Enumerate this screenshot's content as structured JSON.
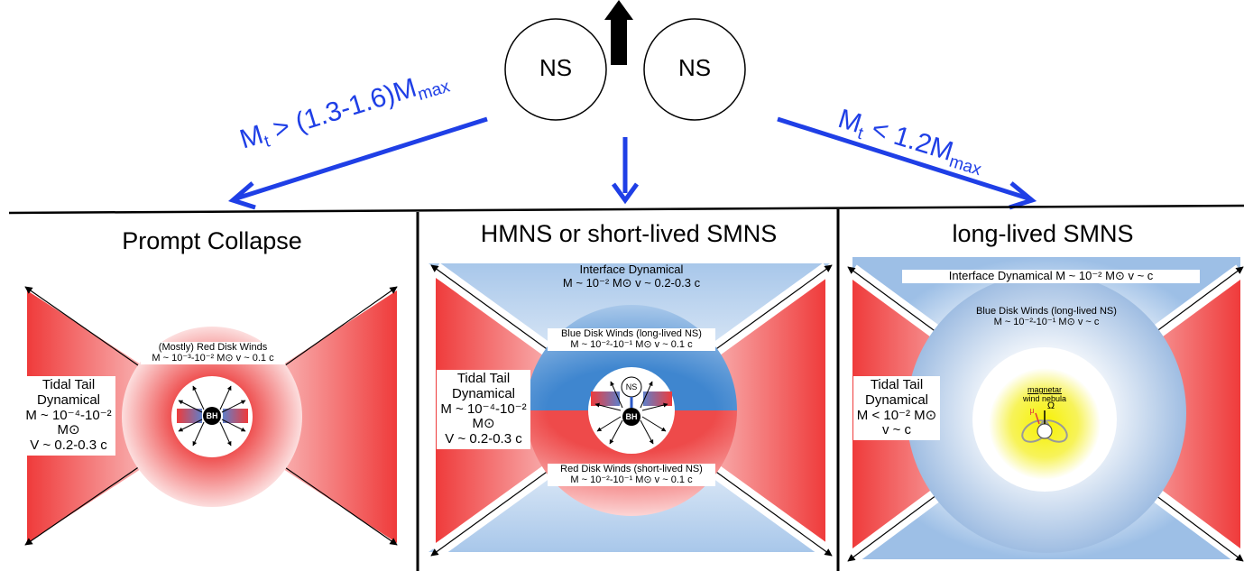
{
  "top": {
    "ns_left": "NS",
    "ns_right": "NS"
  },
  "branches": {
    "left": {
      "m": "M",
      "t": "t",
      "cond": " > (1.3-1.6)M",
      "max": "max"
    },
    "right": {
      "m": "M",
      "t": "t",
      "cond": " < 1.2M",
      "max": "max"
    }
  },
  "panels": {
    "prompt": {
      "title": "Prompt Collapse",
      "disk_winds": {
        "line1": "(Mostly) Red Disk Winds",
        "line2": "M ~ 10⁻³-10⁻² M⊙  v ~ 0.1 c"
      },
      "bh": "BH",
      "tidal": {
        "line1": "Tidal Tail",
        "line2": "Dynamical",
        "line3": "M ~ 10⁻⁴-10⁻² M⊙",
        "line4": "V ~ 0.2-0.3 c"
      }
    },
    "hmns": {
      "title": "HMNS or short-lived SMNS",
      "interface": {
        "line1": "Interface Dynamical",
        "line2": "M ~ 10⁻² M⊙  v ~ 0.2-0.3 c"
      },
      "blue": {
        "line1": "Blue Disk Winds (long-lived NS)",
        "line2": "M ~ 10⁻²-10⁻¹ M⊙  v ~ 0.1 c"
      },
      "red": {
        "line1": "Red Disk Winds (short-lived NS)",
        "line2": "M ~ 10⁻²-10⁻¹ M⊙  v ~ 0.1 c"
      },
      "ns": "NS",
      "bh": "BH",
      "tidal": {
        "line1": "Tidal Tail",
        "line2": "Dynamical",
        "line3": "M ~ 10⁻⁴-10⁻² M⊙",
        "line4": "V ~ 0.2-0.3 c"
      }
    },
    "long": {
      "title": "long-lived SMNS",
      "interface": "Interface Dynamical M ~ 10⁻² M⊙  v ~ c",
      "blue": {
        "line1": "Blue Disk Winds (long-lived NS)",
        "line2": "M ~ 10⁻²-10⁻¹ M⊙  v ~  c"
      },
      "magnetar": {
        "line1": "magnetar",
        "line2": "wind nebula"
      },
      "mu": "μ",
      "omega": "Ω",
      "tidal": {
        "line1": "Tidal Tail",
        "line2": "Dynamical",
        "line3": "M < 10⁻² M⊙",
        "line4": "v ~ c"
      }
    }
  },
  "colors": {
    "branch_arrow": "#1f3fe6",
    "tail_red": "#ef3b3b",
    "disk_blue": "#3f86cf",
    "nebula_yellow": "#f4ef00"
  }
}
